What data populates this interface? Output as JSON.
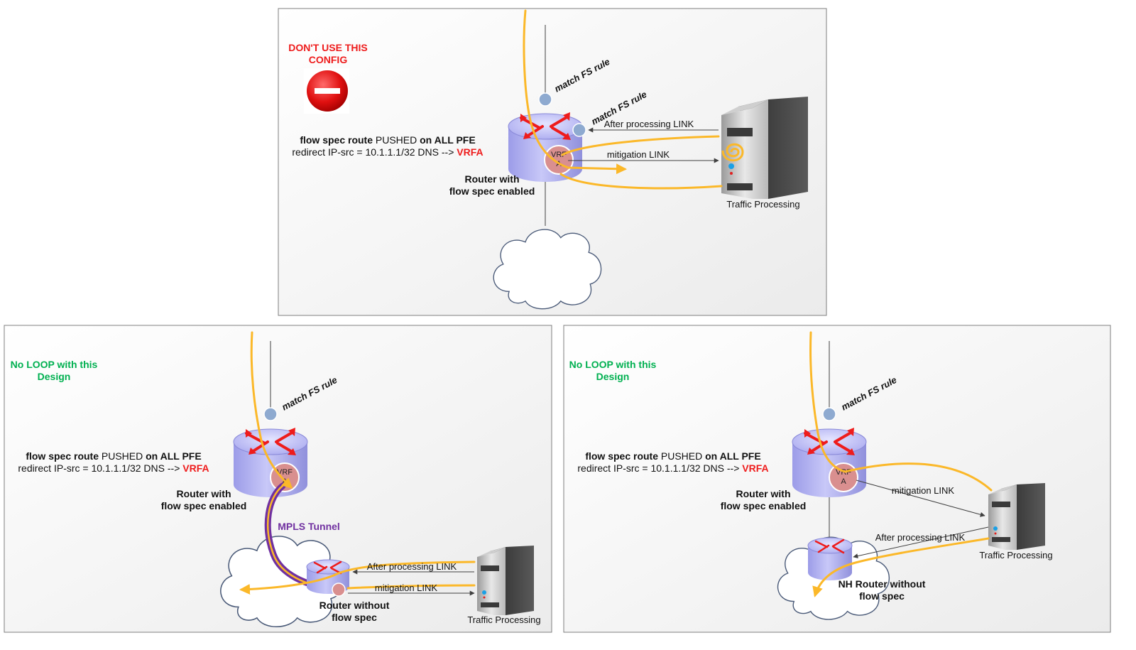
{
  "colors": {
    "warning_red": "#ee1c1c",
    "ok_green": "#00b050",
    "traffic_orange": "#fbb829",
    "mpls_purple": "#7030a0",
    "router_body": "#b0b0f0",
    "vrf_fill": "#d98f8f",
    "panel_bg": "#f1f1f1"
  },
  "panels": [
    {
      "id": "top",
      "note_lines": [
        "DON'T USE THIS",
        "CONFIG"
      ],
      "stop_icon": "stop-icon",
      "match_labels": [
        "match FS rule",
        "match FS rule"
      ],
      "fs_title": {
        "a": "flow spec route",
        "b": " PUSHED ",
        "c": "on ALL PFE"
      },
      "fs_redirect": {
        "text": "redirect IP-src = 10.1.1.1/32 DNS --> ",
        "vrf": "VRFA"
      },
      "router_label": [
        "Router with",
        "flow spec enabled"
      ],
      "vrf_label": [
        "VRF",
        "A"
      ],
      "links": {
        "after": "After processing LINK",
        "mitigation": "mitigation LINK"
      },
      "server_label": "Traffic Processing"
    },
    {
      "id": "bottom-left",
      "note_lines": [
        "No LOOP with this",
        "Design"
      ],
      "match_labels": [
        "match FS rule"
      ],
      "fs_title": {
        "a": "flow spec route",
        "b": " PUSHED ",
        "c": "on ALL PFE"
      },
      "fs_redirect": {
        "text": "redirect IP-src = 10.1.1.1/32 DNS --> ",
        "vrf": "VRFA"
      },
      "router_label": [
        "Router with",
        "flow spec enabled"
      ],
      "vrf_label": [
        "VRF",
        "A"
      ],
      "tunnel_label": "MPLS Tunnel",
      "nh_router_label": [
        "Router without",
        "flow spec"
      ],
      "links": {
        "after": "After processing LINK",
        "mitigation": "mitigation LINK"
      },
      "server_label": "Traffic Processing"
    },
    {
      "id": "bottom-right",
      "note_lines": [
        "No LOOP with this",
        "Design"
      ],
      "match_labels": [
        "match FS rule"
      ],
      "fs_title": {
        "a": "flow spec route",
        "b": " PUSHED ",
        "c": "on ALL PFE"
      },
      "fs_redirect": {
        "text": "redirect IP-src = 10.1.1.1/32 DNS --> ",
        "vrf": "VRFA"
      },
      "router_label": [
        "Router with",
        "flow spec enabled"
      ],
      "vrf_label": [
        "VRF",
        "A"
      ],
      "nh_router_label": [
        "NH Router without",
        "flow spec"
      ],
      "links": {
        "after": "After processing LINK",
        "mitigation": "mitigation LINK"
      },
      "server_label": "Traffic Processing"
    }
  ]
}
